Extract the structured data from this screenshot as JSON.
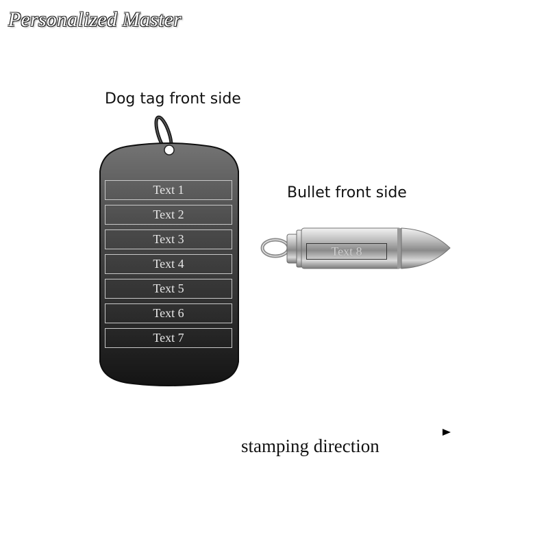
{
  "brand": {
    "name": "Personalized Master"
  },
  "dogtag": {
    "label": "Dog tag front side",
    "slots": [
      "Text 1",
      "Text 2",
      "Text 3",
      "Text 4",
      "Text 5",
      "Text 6",
      "Text 7"
    ]
  },
  "bullet": {
    "label": "Bullet front side",
    "slot": "Text 8"
  },
  "direction": {
    "label": "stamping direction"
  },
  "colors": {
    "dogtag_top": "#6a6a6a",
    "dogtag_bottom": "#161616",
    "bullet_metal": "#c8c8c8",
    "text": "#111111"
  }
}
